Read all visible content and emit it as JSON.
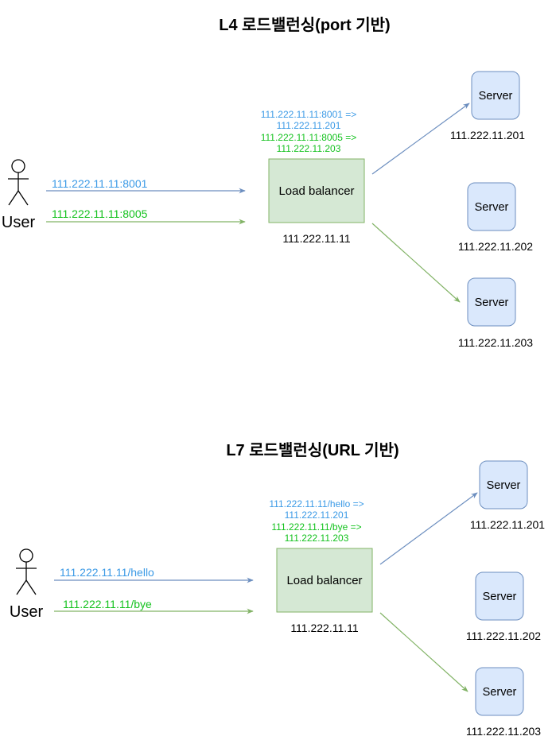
{
  "colors": {
    "blue": "#3b9ae6",
    "green": "#14c21e",
    "blue_line": "#6c8ebf",
    "green_line": "#82b366",
    "lb_fill": "#d5e8d4",
    "lb_stroke": "#82b366",
    "server_fill": "#dae8fc",
    "server_stroke": "#6c8ebf"
  },
  "sections": [
    {
      "title": "L4 로드밸런싱(port 기반)",
      "user_label": "User",
      "request_blue": "111.222.11.11:8001",
      "request_green": "111.222.11.11:8005",
      "rules": [
        "111.222.11.11:8001 =>",
        "111.222.11.201",
        "111.222.11.11:8005 =>",
        "111.222.11.203"
      ],
      "lb_label": "Load balancer",
      "lb_ip": "111.222.11.11",
      "servers": [
        {
          "label": "Server",
          "ip": "111.222.11.201"
        },
        {
          "label": "Server",
          "ip": "111.222.11.202"
        },
        {
          "label": "Server",
          "ip": "111.222.11.203"
        }
      ]
    },
    {
      "title": "L7 로드밸런싱(URL 기반)",
      "user_label": "User",
      "request_blue": "111.222.11.11/hello",
      "request_green": "111.222.11.11/bye",
      "rules": [
        "111.222.11.11/hello =>",
        "111.222.11.201",
        "111.222.11.11/bye =>",
        "111.222.11.203"
      ],
      "lb_label": "Load balancer",
      "lb_ip": "111.222.11.11",
      "servers": [
        {
          "label": "Server",
          "ip": "111.222.11.201"
        },
        {
          "label": "Server",
          "ip": "111.222.11.202"
        },
        {
          "label": "Server",
          "ip": "111.222.11.203"
        }
      ]
    }
  ]
}
